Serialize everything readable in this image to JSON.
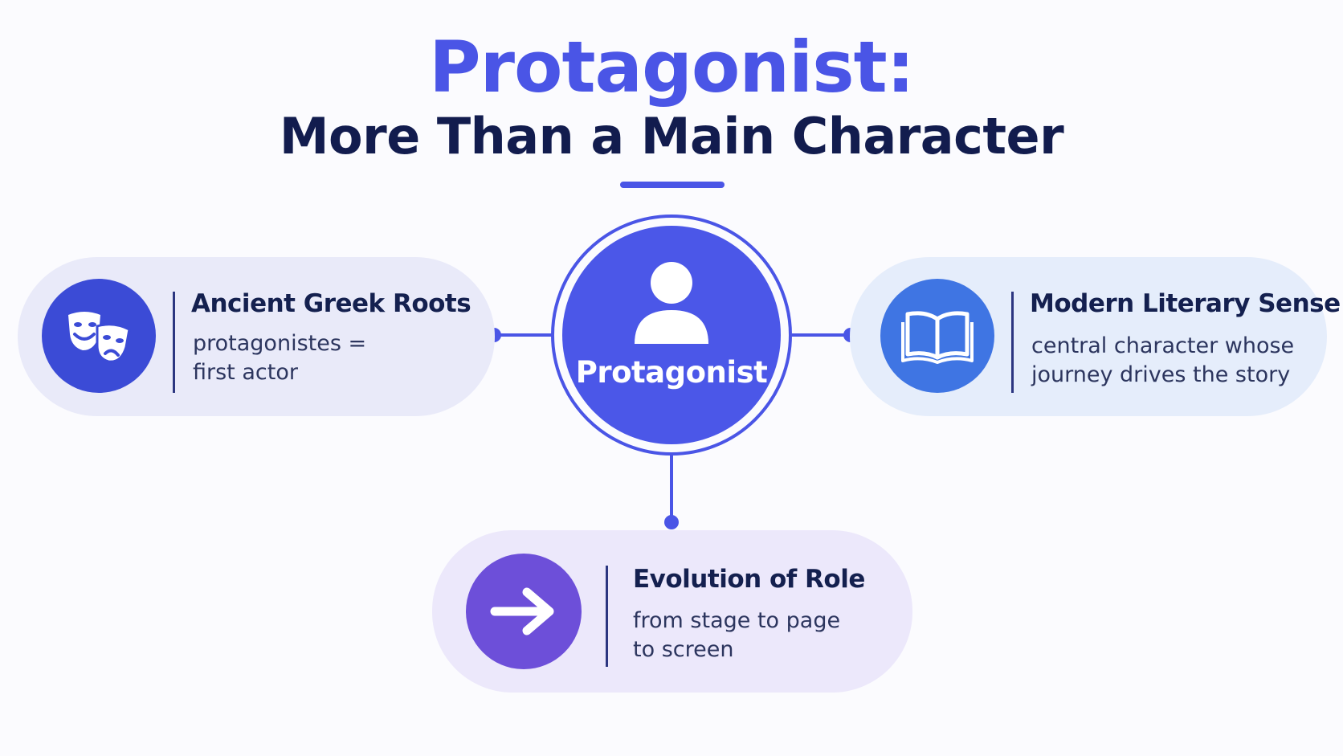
{
  "header": {
    "title": "Protagonist:",
    "subtitle": "More Than a Main Character"
  },
  "hub": {
    "label": "Protagonist",
    "icon": "person-icon"
  },
  "cards": {
    "left": {
      "title": "Ancient Greek Roots",
      "text_line1": "protagonistes =",
      "text_line2": "first actor",
      "icon": "theater-masks-icon"
    },
    "right": {
      "title": "Modern Literary Sense",
      "text_line1": "central character whose",
      "text_line2": "journey drives the story",
      "icon": "open-book-icon"
    },
    "bottom": {
      "title": "Evolution of Role",
      "text_line1": "from stage to page",
      "text_line2": "to screen",
      "icon": "arrow-right-icon"
    }
  },
  "colors": {
    "accent": "#4a55e6",
    "title_dark": "#121c4e",
    "left_icon_bg": "#3b4bd6",
    "right_icon_bg": "#3f75e3",
    "bottom_icon_bg": "#6d4fd9"
  }
}
